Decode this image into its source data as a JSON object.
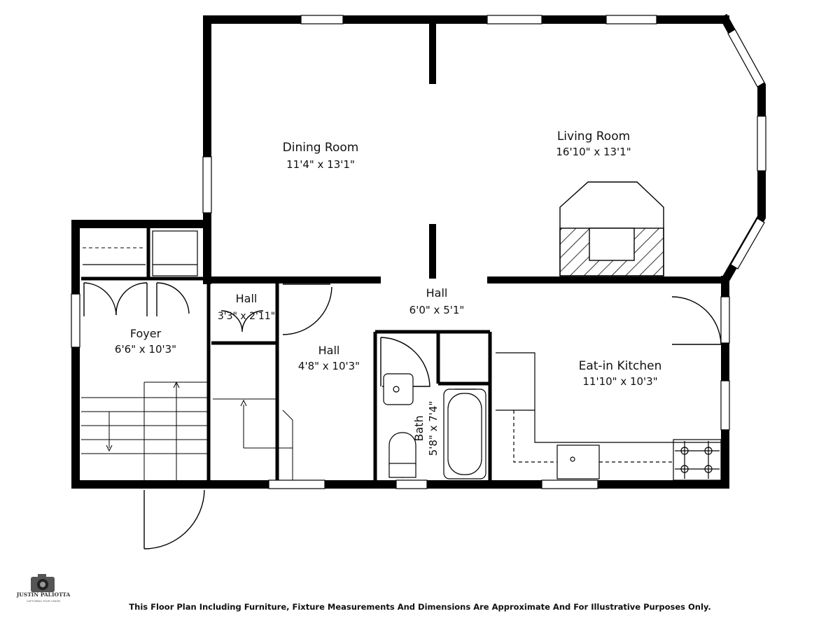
{
  "rooms": {
    "dining": {
      "name": "Dining Room",
      "dims": "11'4\" x 13'1\""
    },
    "living": {
      "name": "Living Room",
      "dims": "16'10\" x 13'1\""
    },
    "hall_small": {
      "name": "Hall",
      "dims": "3'3\" x 2'11\""
    },
    "hall_center": {
      "name": "Hall",
      "dims": "6'0\" x 5'1\""
    },
    "foyer": {
      "name": "Foyer",
      "dims": "6'6\" x 10'3\""
    },
    "hall_mid": {
      "name": "Hall",
      "dims": "4'8\" x 10'3\""
    },
    "kitchen": {
      "name": "Eat-in Kitchen",
      "dims": "11'10\" x 10'3\""
    },
    "bath": {
      "name": "Bath",
      "dims": "5'8\" x 7'4\""
    }
  },
  "logo": {
    "name": "JUSTIN PALIOTTA",
    "tagline": "CAPTURING YOUR VISION",
    "icon": "camera-icon"
  },
  "disclaimer": "This Floor Plan Including Furniture, Fixture Measurements And Dimensions Are Approximate And For Illustrative Purposes Only.",
  "colors": {
    "wall": "#000000",
    "background": "#ffffff"
  }
}
